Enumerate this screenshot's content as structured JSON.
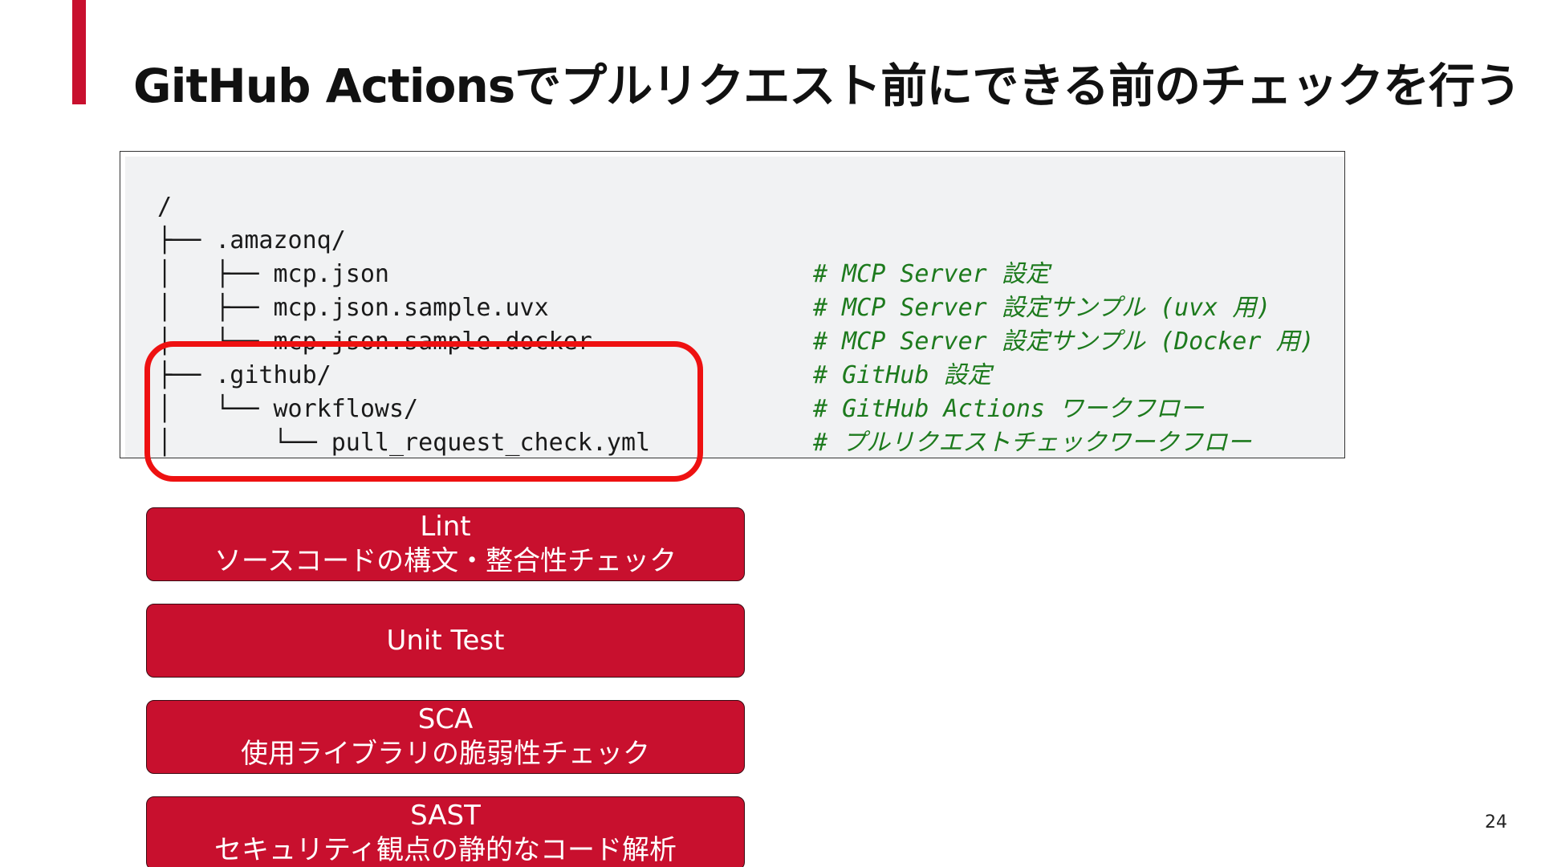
{
  "slide": {
    "title": "GitHub Actionsでプルリクエスト前にできる前のチェックを行う",
    "page_number": "24",
    "accent_color": "#c8102e",
    "highlight_color": "#ee1111"
  },
  "code_block": {
    "lines": [
      {
        "text": "/",
        "comment": ""
      },
      {
        "text": "├── .amazonq/",
        "comment": ""
      },
      {
        "text": "│   ├── mcp.json",
        "comment": "# MCP Server 設定"
      },
      {
        "text": "│   ├── mcp.json.sample.uvx",
        "comment": "# MCP Server 設定サンプル (uvx 用)"
      },
      {
        "text": "│   └── mcp.json.sample.docker",
        "comment": "# MCP Server 設定サンプル (Docker 用)"
      },
      {
        "text": "├── .github/",
        "comment": "# GitHub 設定"
      },
      {
        "text": "│   └── workflows/",
        "comment": "# GitHub Actions ワークフロー"
      },
      {
        "text": "│       └── pull_request_check.yml",
        "comment": "# プルリクエストチェックワークフロー"
      }
    ]
  },
  "checks": [
    {
      "name": "Lint",
      "description": "ソースコードの構文・整合性チェック"
    },
    {
      "name": "Unit Test",
      "description": ""
    },
    {
      "name": "SCA",
      "description": "使用ライブラリの脆弱性チェック"
    },
    {
      "name": "SAST",
      "description": "セキュリティ観点の静的なコード解析"
    }
  ]
}
